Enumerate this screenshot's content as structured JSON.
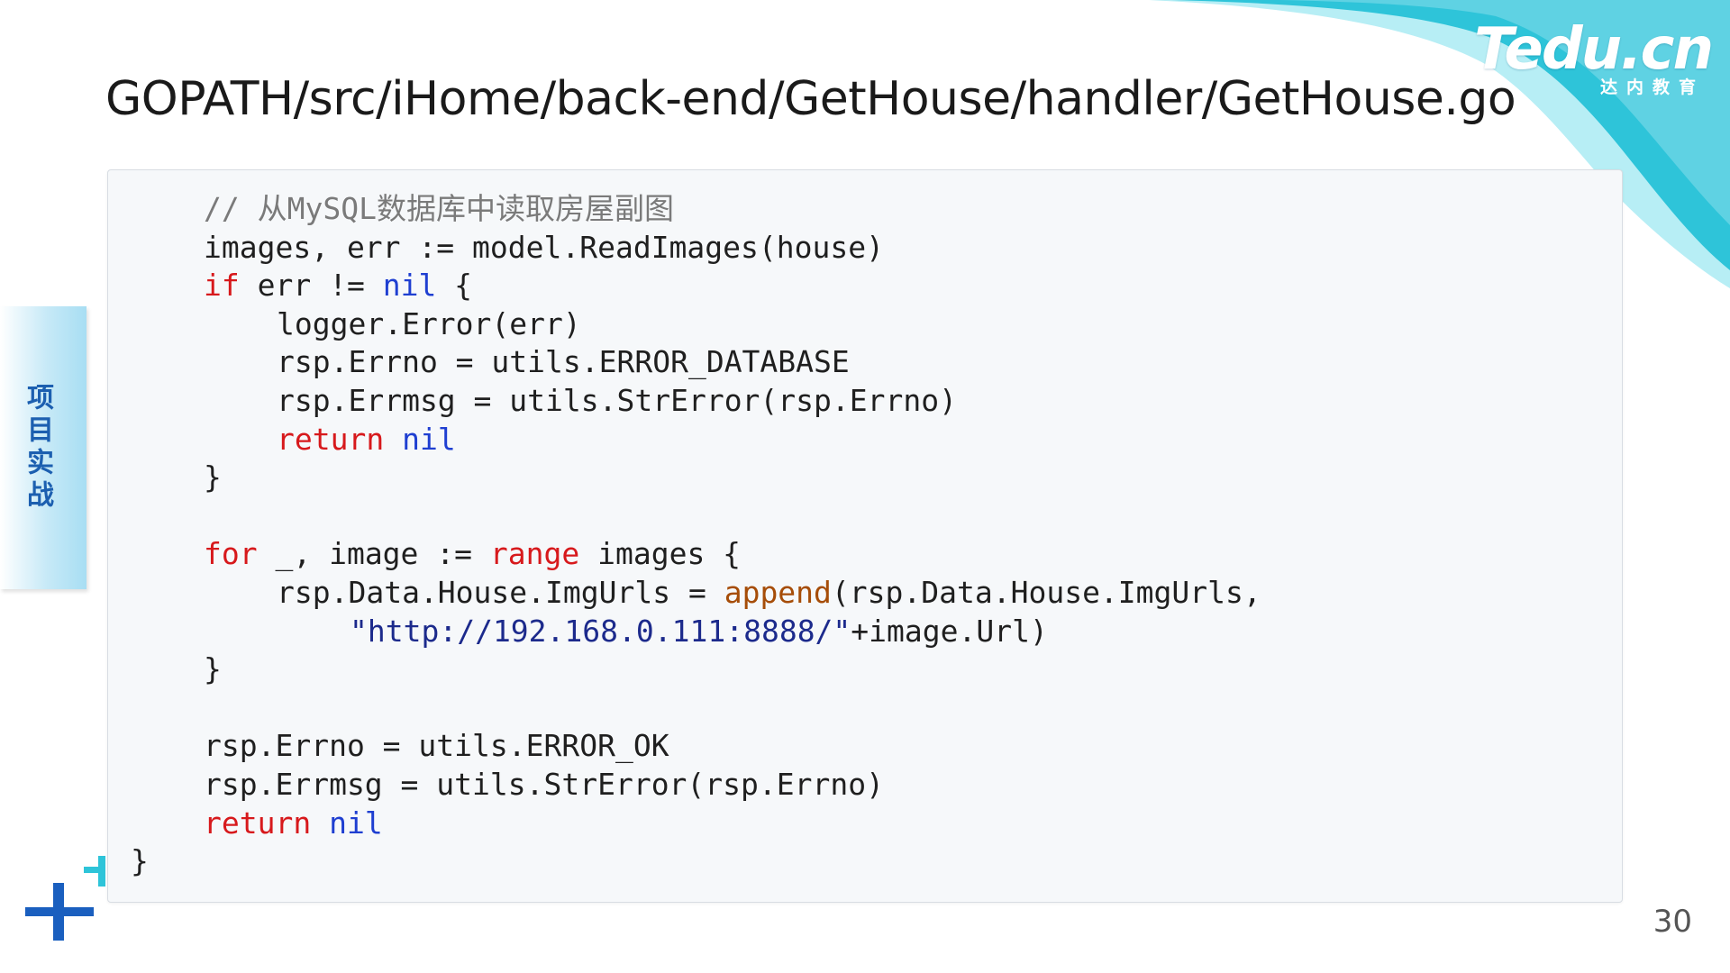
{
  "slide": {
    "title": "GOPATH/src/iHome/back-end/GetHouse/handler/GetHouse.go",
    "page_number": "30",
    "side_label": "项目实战"
  },
  "brand": {
    "name": "Tedu.cn",
    "subtitle": "达内教育"
  },
  "code": {
    "lines": [
      {
        "tokens": [
          {
            "t": "// 从MySQL数据库中读取房屋副图",
            "c": "cm"
          }
        ]
      },
      {
        "tokens": [
          {
            "t": "images, err := model.ReadImages(house)"
          }
        ]
      },
      {
        "tokens": [
          {
            "t": "if",
            "c": "kw"
          },
          {
            "t": " err != "
          },
          {
            "t": "nil",
            "c": "nl"
          },
          {
            "t": " {"
          }
        ]
      },
      {
        "tokens": [
          {
            "t": "logger.Error(err)"
          }
        ]
      },
      {
        "tokens": [
          {
            "t": "rsp.Errno = utils.ERROR_DATABASE"
          }
        ]
      },
      {
        "tokens": [
          {
            "t": "rsp.Errmsg = utils.StrError(rsp.Errno)"
          }
        ]
      },
      {
        "tokens": [
          {
            "t": "return",
            "c": "kw"
          },
          {
            "t": " "
          },
          {
            "t": "nil",
            "c": "nl"
          }
        ]
      },
      {
        "tokens": [
          {
            "t": "}"
          }
        ]
      },
      {
        "tokens": []
      },
      {
        "tokens": [
          {
            "t": "for",
            "c": "kw"
          },
          {
            "t": " _, image := "
          },
          {
            "t": "range",
            "c": "kw"
          },
          {
            "t": " images {"
          }
        ]
      },
      {
        "tokens": [
          {
            "t": "rsp.Data.House.ImgUrls = "
          },
          {
            "t": "append",
            "c": "fn"
          },
          {
            "t": "(rsp.Data.House.ImgUrls,"
          }
        ]
      },
      {
        "tokens": [
          {
            "t": "\"http://192.168.0.111:8888/\"",
            "c": "st"
          },
          {
            "t": "+image.Url)"
          }
        ]
      },
      {
        "tokens": [
          {
            "t": "}"
          }
        ]
      },
      {
        "tokens": []
      },
      {
        "tokens": [
          {
            "t": "rsp.Errno = utils.ERROR_OK"
          }
        ]
      },
      {
        "tokens": [
          {
            "t": "rsp.Errmsg = utils.StrError(rsp.Errno)"
          }
        ]
      },
      {
        "tokens": [
          {
            "t": "return",
            "c": "kw"
          },
          {
            "t": " "
          },
          {
            "t": "nil",
            "c": "nl"
          }
        ]
      },
      {
        "tokens": [
          {
            "t": "}"
          }
        ]
      }
    ]
  },
  "colors": {
    "comment": "#7a7a7a",
    "keyword": "#d7191c",
    "nil": "#1f3fd1",
    "builtin": "#a64d08",
    "string": "#1c2a8c",
    "accent_cyan": "#2ec4d9",
    "accent_blue": "#1a5fbf"
  }
}
